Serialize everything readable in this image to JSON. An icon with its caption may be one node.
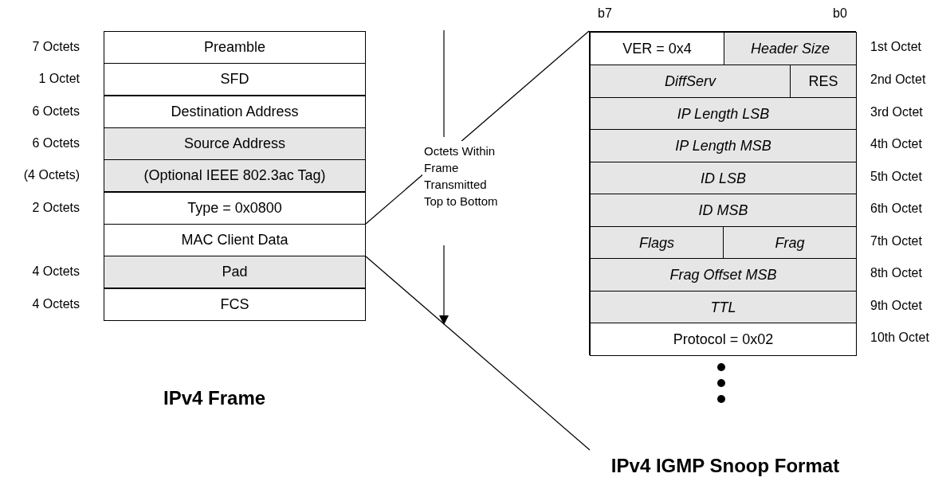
{
  "diagram": {
    "nodes": [
      {
        "text": [
          "Preamble"
        ],
        "beside": [
          "7 Octets"
        ]
      },
      {
        "text": [
          "SFD"
        ],
        "beside": [
          "1 Octet"
        ]
      },
      {
        "text": [
          "Destination Address"
        ],
        "beside": [
          "6 Octets"
        ]
      },
      {
        "text": [
          "Source Address"
        ],
        "beside": [
          "6 Octets"
        ]
      },
      {
        "text": [
          "(Optional IEEE 802.3ac Tag)"
        ],
        "beside": [
          "(4 Octets)"
        ]
      },
      {
        "text": [
          "Type = 0x0800"
        ],
        "beside": [
          "2 Octets"
        ]
      },
      {
        "text": [
          "MAC Client Data"
        ]
      },
      {
        "text": [
          "Pad"
        ],
        "beside": [
          "4 Octets"
        ]
      },
      {
        "text": [
          "FCS"
        ],
        "beside": [
          "4 Octets"
        ]
      },
      {
        "text": [],
        "shape": "box"
      },
      {
        "text": [
          "VER = 0x4"
        ],
        "in": 9
      },
      {
        "text": [
          "Header Size"
        ],
        "in": 9,
        "beside": [
          "1st Octet"
        ]
      },
      {
        "text": [
          "DiffServ"
        ],
        "in": 9
      },
      {
        "text": [
          "RES"
        ],
        "in": 9,
        "beside": [
          "2nd Octet"
        ]
      },
      {
        "text": [
          "IP Length LSB"
        ],
        "in": 9,
        "beside": [
          "3rd Octet"
        ]
      },
      {
        "text": [
          "IP Length MSB"
        ],
        "in": 9,
        "beside": [
          "4th Octet"
        ]
      },
      {
        "text": [
          "ID LSB"
        ],
        "in": 9,
        "beside": [
          "5th Octet"
        ]
      },
      {
        "text": [
          "ID MSB"
        ],
        "in": 9,
        "beside": [
          "6th Octet"
        ]
      },
      {
        "text": [
          "Flags"
        ],
        "in": 9
      },
      {
        "text": [
          "Frag"
        ],
        "in": 9,
        "beside": [
          "7th Octet"
        ]
      },
      {
        "text": [
          "Frag Offset MSB"
        ],
        "in": 9,
        "beside": [
          "8th Octet"
        ]
      },
      {
        "text": [
          "TTL"
        ],
        "in": 9,
        "beside": [
          "9th Octet"
        ]
      },
      {
        "text": [
          "Protocol = 0x02"
        ],
        "in": 9,
        "beside": [
          "10th Octet"
        ]
      },
      {
        "text": [
          "IPv4 IGMP Snoop Format"
        ]
      }
    ],
    "edges": [
      {
        "from": 6,
        "to": 9,
        "arrow": "none"
      },
      {
        "from": 6,
        "to": 23,
        "arrow": "none"
      }
    ],
    "labels": [
      "b7",
      "b0",
      "Octets Within Frame Transmitted Top to Bottom",
      "IPv4 Frame"
    ]
  }
}
